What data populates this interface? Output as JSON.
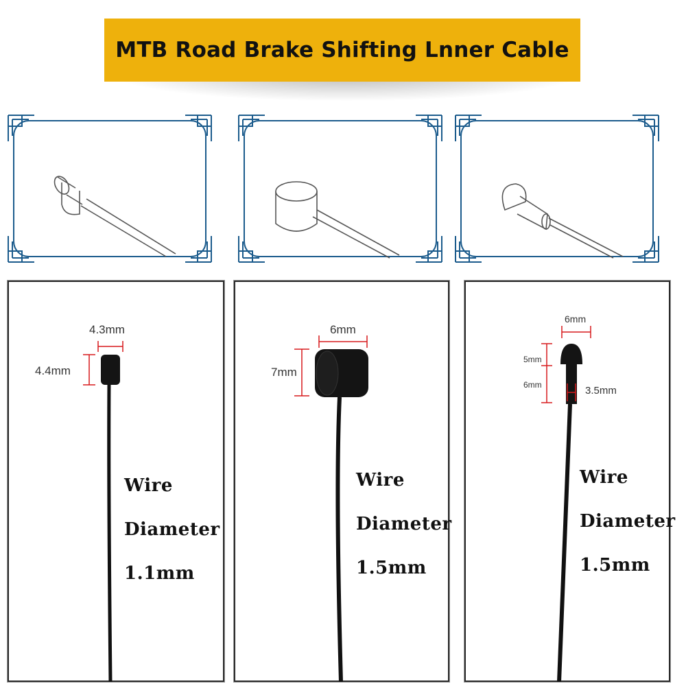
{
  "banner": {
    "title": "MTB Road Brake Shifting Lnner Cable"
  },
  "colors": {
    "banner": "#eeb10c",
    "frame": "#1b5b8c",
    "dimension_line": "#d7191c",
    "cable": "#111111"
  },
  "diagrams": [
    {
      "icon": "cylinder-head-cable-icon"
    },
    {
      "icon": "barrel-head-cable-icon"
    },
    {
      "icon": "mushroom-head-cable-icon"
    }
  ],
  "photos": [
    {
      "dims": {
        "width": "4.3mm",
        "height": "4.4mm"
      },
      "wire": {
        "line1": "Wire",
        "line2": "Diameter",
        "line3": "1.1mm"
      }
    },
    {
      "dims": {
        "width": "6mm",
        "height": "7mm"
      },
      "wire": {
        "line1": "Wire",
        "line2": "Diameter",
        "line3": "1.5mm"
      }
    },
    {
      "dims": {
        "width": "6mm",
        "head_height": "5mm",
        "neck_height": "6mm",
        "neck_width": "3.5mm"
      },
      "wire": {
        "line1": "Wire",
        "line2": "Diameter",
        "line3": "1.5mm"
      }
    }
  ]
}
